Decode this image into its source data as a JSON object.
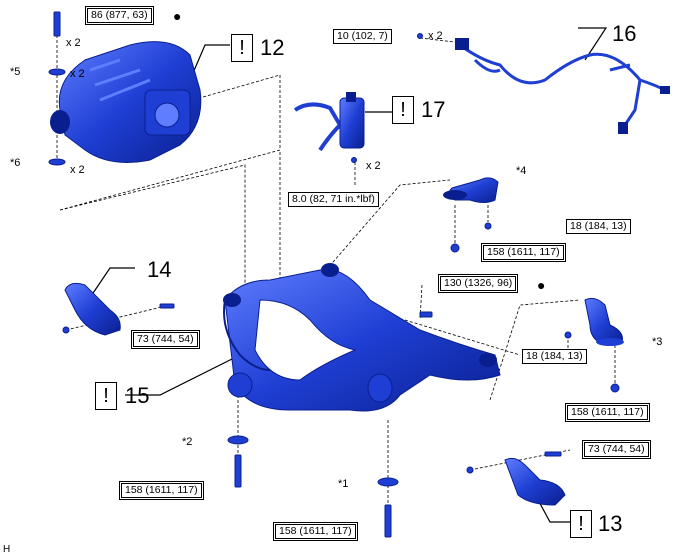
{
  "figure_code": "H",
  "torques": {
    "t1": "86 (877, 63)",
    "t2": "10 (102, 7)",
    "t3": "8.0 (82, 71 in.*lbf)",
    "t4": "18 (184, 13)",
    "t5": "158 (1611, 117)",
    "t6": "130 (1326, 96)",
    "t7": "73 (744, 54)",
    "t8": "18 (184, 13)",
    "t9": "158 (1611, 117)",
    "t10": "73 (744, 54)",
    "t11": "158 (1611, 117)",
    "t12": "158 (1611, 117)"
  },
  "qty": {
    "q1": "x 2",
    "q2": "x 2",
    "q3": "x 2",
    "q4": "x 2",
    "q5": "x 2"
  },
  "notes": {
    "n1": "*1",
    "n2": "*2",
    "n3": "*3",
    "n4": "*4",
    "n5": "*5",
    "n6": "*6"
  },
  "callouts": {
    "c12": "12",
    "c13": "13",
    "c14": "14",
    "c15": "15",
    "c16": "16",
    "c17": "17",
    "warn": "!",
    "dot": "●"
  },
  "colors": {
    "part": "#1f3fd4",
    "part_dark": "#0a1f8f",
    "part_light": "#5f7dff"
  }
}
